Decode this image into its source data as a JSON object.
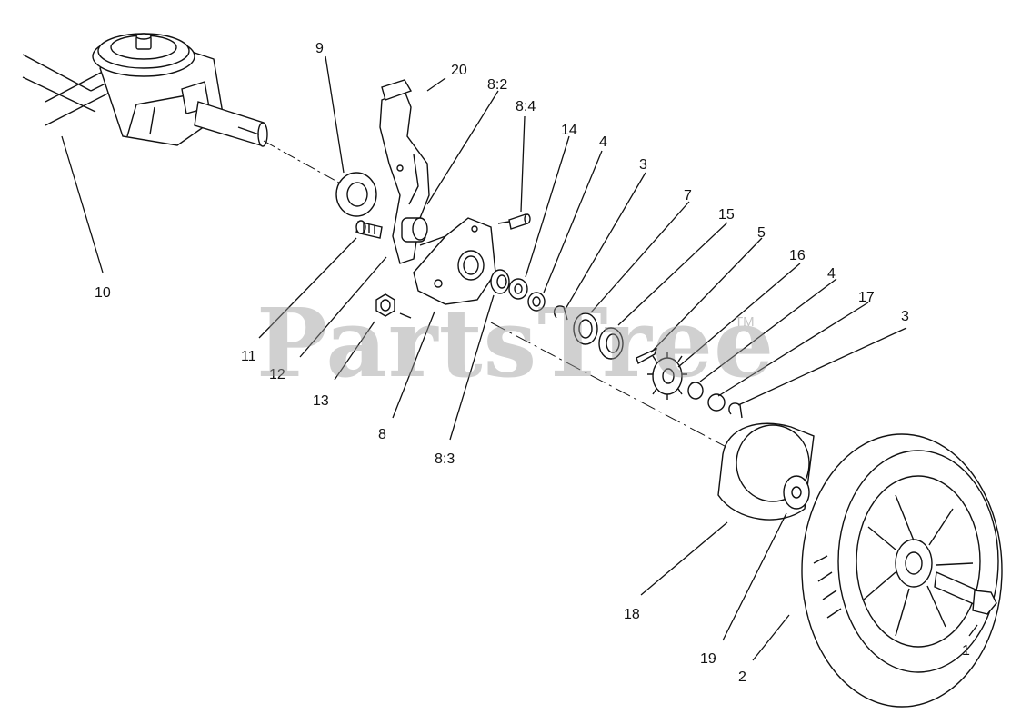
{
  "watermark": {
    "text": "PartsTree",
    "trademark": "TM"
  },
  "callouts": {
    "c1": "1",
    "c2": "2",
    "c3a": "3",
    "c3b": "3",
    "c4a": "4",
    "c4b": "4",
    "c5": "5",
    "c7": "7",
    "c8": "8",
    "c8_2": "8:2",
    "c8_3": "8:3",
    "c8_4": "8:4",
    "c9": "9",
    "c10": "10",
    "c11": "11",
    "c12": "12",
    "c13": "13",
    "c14": "14",
    "c15": "15",
    "c16": "16",
    "c17": "17",
    "c18": "18",
    "c19": "19",
    "c20": "20"
  },
  "colors": {
    "ink": "#111111",
    "watermark": "#969696",
    "background": "#ffffff"
  }
}
